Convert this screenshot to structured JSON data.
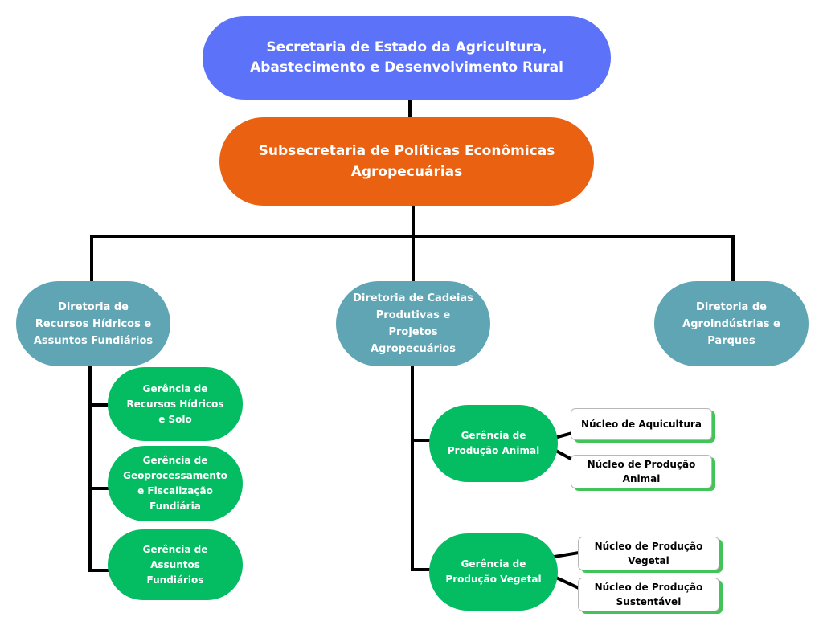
{
  "diagram": {
    "secretaria": "Secretaria de Estado da Agricultura,\nAbastecimento e Desenvolvimento Rural",
    "subsecretaria": "Subsecretaria de Políticas Econômicas\nAgropecuárias",
    "diretorias": [
      {
        "label": "Diretoria de\nRecursos Hídricos e\nAssuntos Fundiários"
      },
      {
        "label": "Diretoria de Cadeias\nProdutivas e\nProjetos\nAgropecuários"
      },
      {
        "label": "Diretoria de\nAgroindústrias e\nParques"
      }
    ],
    "gerencias_recursos": [
      {
        "label": "Gerência de\nRecursos Hídricos\ne Solo"
      },
      {
        "label": "Gerência de\nGeoprocessamento\ne Fiscalização\nFundiária"
      },
      {
        "label": "Gerência de\nAssuntos\nFundiários"
      }
    ],
    "gerencias_cadeias": [
      {
        "label": "Gerência de\nProdução Animal"
      },
      {
        "label": "Gerência de\nProdução Vegetal"
      }
    ],
    "nucleos_animal": [
      {
        "label": "Núcleo de Aquicultura"
      },
      {
        "label": "Núcleo de Produção\nAnimal"
      }
    ],
    "nucleos_vegetal": [
      {
        "label": "Núcleo de Produção\nVegetal"
      },
      {
        "label": "Núcleo de Produção\nSustentável"
      }
    ],
    "colors": {
      "secretaria": "#5c72f8",
      "subsecretaria": "#ea6111",
      "diretoria": "#5fa5b3",
      "gerencia": "#04bd63",
      "nucleo_shadow": "#43c35a",
      "connector": "#000000"
    }
  }
}
